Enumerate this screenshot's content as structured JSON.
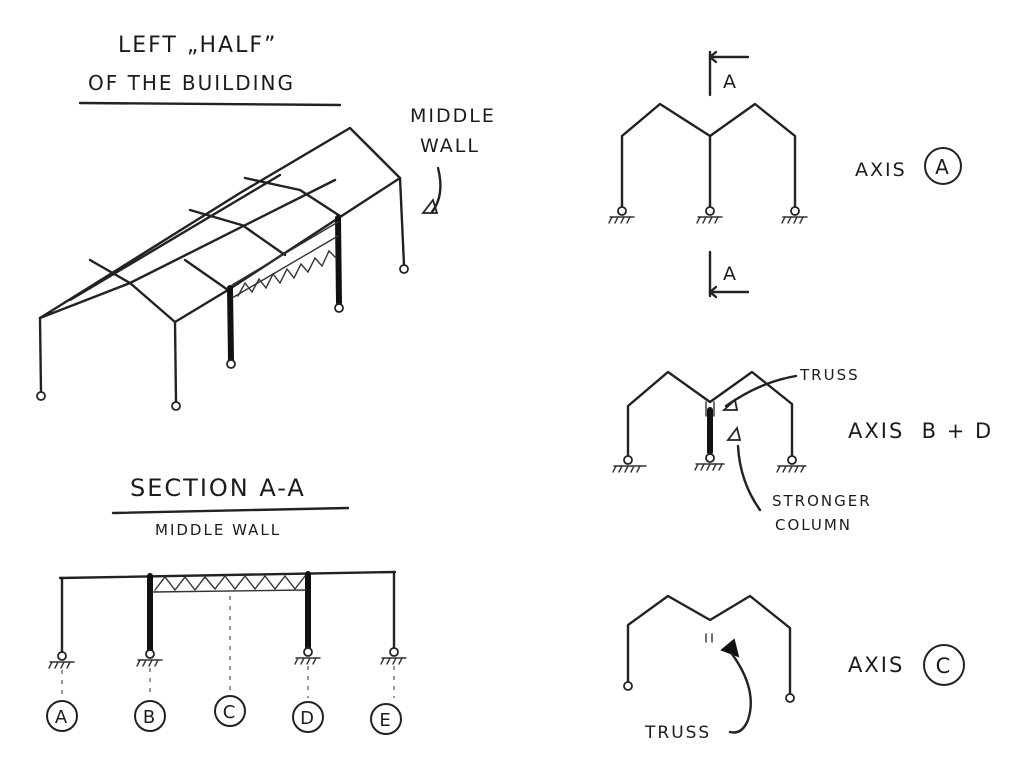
{
  "title": {
    "line1": "LEFT „HALF”",
    "line2": "OF THE BUILDING"
  },
  "middle_wall_note": {
    "line1": "MIDDLE",
    "line2": "WALL"
  },
  "section": {
    "title": "SECTION A-A",
    "subtitle": "MIDDLE WALL",
    "axes": [
      "A",
      "B",
      "C",
      "D",
      "E"
    ]
  },
  "section_marker": "A",
  "axis_a": {
    "label": "AXIS",
    "name": "A"
  },
  "axis_bd": {
    "label": "AXIS  B + D",
    "truss_label": "TRUSS",
    "column_label_line1": "STRONGER",
    "column_label_line2": "COLUMN"
  },
  "axis_c": {
    "label": "AXIS",
    "name": "C",
    "truss_label": "TRUSS"
  }
}
